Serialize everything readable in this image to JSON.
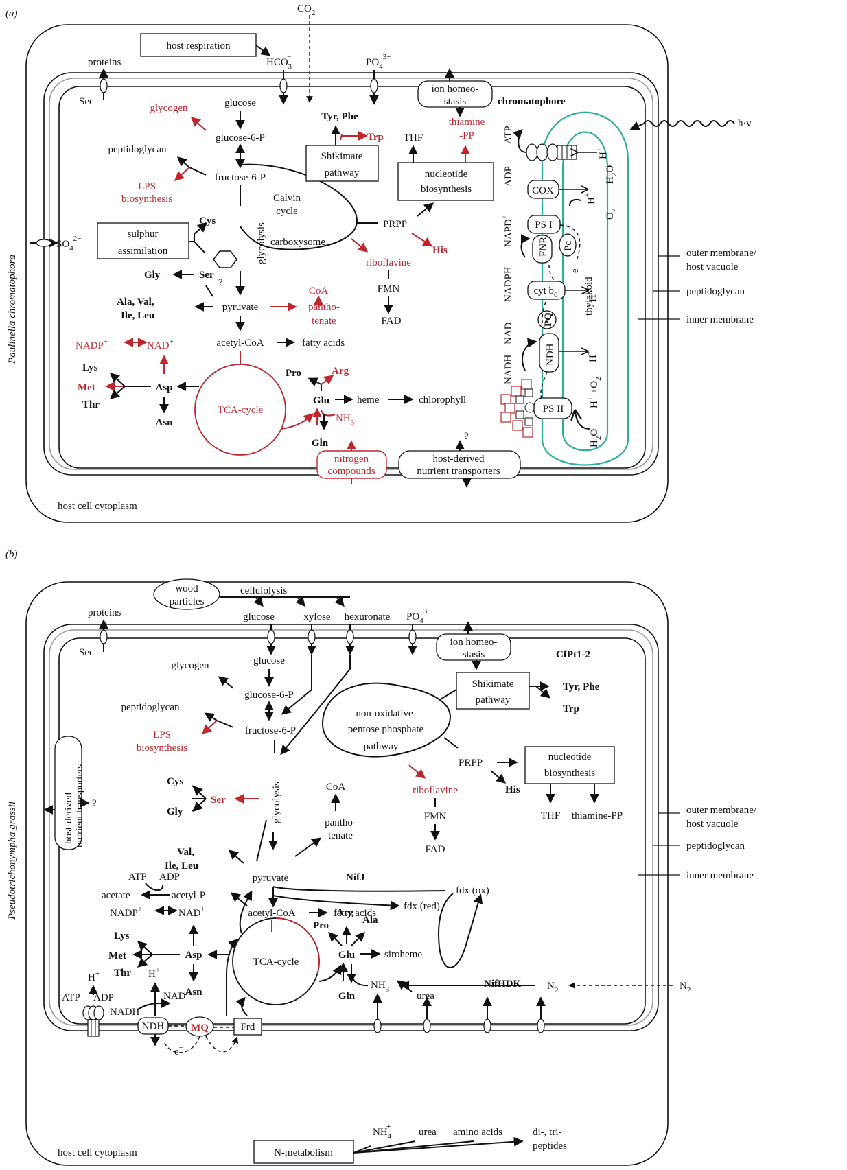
{
  "panel_a": {
    "label": "(a)",
    "organism": "Paulinella chromatophora",
    "compartment": "chromatophore",
    "host_cytoplasm": "host cell cytoplasm",
    "co2": "CO",
    "co2_sub": "2",
    "host_respiration": "host respiration",
    "hco3": "HCO",
    "hco3_sub": "3",
    "hco3_sup": "−",
    "po4": "PO",
    "po4_sub": "4",
    "po4_sup": "3−",
    "proteins": "proteins",
    "sec": "Sec",
    "ion_homeostasis_1": "ion homeo-",
    "ion_homeostasis_2": "stasis",
    "hv": "h·ν",
    "glycogen": "glycogen",
    "glucose": "glucose",
    "glucose6p": "glucose-6-P",
    "fructose6p": "fructose-6-P",
    "peptidoglycan": "peptidoglycan",
    "lps1": "LPS",
    "lps2": "biosynthesis",
    "calvin1": "Calvin",
    "calvin2": "cycle",
    "carboxysome": "carboxysome",
    "glycolysis": "glycolysis",
    "shikimate1": "Shikimate",
    "shikimate2": "pathway",
    "tyrphe": "Tyr, Phe",
    "trp": "Trp",
    "thf": "THF",
    "thiamine1": "thiamine",
    "thiamine2": "-PP",
    "nucleotide1": "nucleotide",
    "nucleotide2": "biosynthesis",
    "prpp": "PRPP",
    "his": "His",
    "riboflavine": "riboflavine",
    "fmn": "FMN",
    "fad": "FAD",
    "so4": "SO",
    "so4_sub": "4",
    "so4_sup": "2−",
    "sulphur1": "sulphur",
    "sulphur2": "assimilation",
    "cys": "Cys",
    "ser": "Ser",
    "gly": "Gly",
    "question": "?",
    "coa": "CoA",
    "pantho1": "pantho-",
    "pantho2": "tenate",
    "pyruvate": "pyruvate",
    "alaval": "Ala, Val,",
    "ileleu": "Ile, Leu",
    "acetylcoa": "acetyl-CoA",
    "fattyacids": "fatty acids",
    "nadp": "NADP",
    "nad": "NAD",
    "plus": "+",
    "lys": "Lys",
    "met": "Met",
    "thr": "Thr",
    "asp": "Asp",
    "asn": "Asn",
    "tca": "TCA-cycle",
    "pro": "Pro",
    "arg": "Arg",
    "glu": "Glu",
    "heme": "heme",
    "chlorophyll": "chlorophyll",
    "nh3": "NH",
    "nh3_sub": "3",
    "gln": "Gln",
    "nitrogen1": "nitrogen",
    "nitrogen2": "compounds",
    "hostnut1": "host-derived",
    "hostnut2": "nutrient transporters",
    "atp": "ATP",
    "adp": "ADP",
    "cox": "COX",
    "psi": "PS I",
    "pc": "Pc",
    "fnr": "FNR",
    "cytb6": "cyt b",
    "cytb6_sub": "6",
    "pq": "PQ",
    "ndh": "NDH",
    "psii": "PS II",
    "napdplus": "NAPD",
    "nadph": "NADPH",
    "nadplus": "NAD",
    "nadh": "NADH",
    "hplus": "H",
    "h2o": "H",
    "h2o_o": "O",
    "o2": "O",
    "emin": "e",
    "thylakoid": "thylakoid",
    "outer_membrane1": "outer membrane/",
    "outer_membrane2": "host vacuole",
    "pg_label": "peptidoglycan",
    "inner_membrane": "inner membrane"
  },
  "panel_b": {
    "label": "(b)",
    "organism": "Pseudotrichonympha grassii",
    "compartment": "CfPt1-2",
    "host_cytoplasm": "host cell cytoplasm",
    "wood1": "wood",
    "wood2": "particles",
    "cellulolysis": "cellulolysis",
    "glucose_out": "glucose",
    "xylose": "xylose",
    "hexuronate": "hexuronate",
    "po4": "PO",
    "po4_sub": "4",
    "po4_sup": "3−",
    "proteins": "proteins",
    "sec": "Sec",
    "ion_homeostasis_1": "ion homeo-",
    "ion_homeostasis_2": "stasis",
    "glucose": "glucose",
    "glycogen": "glycogen",
    "glucose6p": "glucose-6-P",
    "peptidoglycan": "peptidoglycan",
    "lps1": "LPS",
    "lps2": "biosynthesis",
    "fructose6p": "fructose-6-P",
    "nonox1": "non-oxidative",
    "nonox2": "pentose phosphate",
    "nonox3": "pathway",
    "shikimate1": "Shikimate",
    "shikimate2": "pathway",
    "tyrphe": "Tyr, Phe",
    "trp": "Trp",
    "prpp": "PRPP",
    "his": "His",
    "nucleotide1": "nucleotide",
    "nucleotide2": "biosynthesis",
    "thf": "THF",
    "thiamine": "thiamine-PP",
    "riboflavine": "riboflavine",
    "fmn": "FMN",
    "fad": "FAD",
    "hostnut1": "host-derived",
    "hostnut2": "nutrient transporters",
    "question": "?",
    "cys": "Cys",
    "ser": "Ser",
    "gly": "Gly",
    "glycolysis": "glycolysis",
    "coa": "CoA",
    "pantho1": "pantho-",
    "pantho2": "tenate",
    "val": "Val,",
    "ileleu": "Ile, Leu",
    "atp": "ATP",
    "adp": "ADP",
    "acetate": "acetate",
    "acetylp": "acetyl-P",
    "pyruvate": "pyruvate",
    "nifj": "NifJ",
    "fdxox": "fdx (ox)",
    "fdxred": "fdx (red)",
    "acetylcoa": "acetyl-CoA",
    "fattyacids": "fatty acids",
    "nadp": "NADP",
    "nad": "NAD",
    "plus": "+",
    "lys": "Lys",
    "met": "Met",
    "thr": "Thr",
    "asp": "Asp",
    "asn": "Asn",
    "tca": "TCA-cycle",
    "pro": "Pro",
    "arg": "Arg",
    "ala": "Ala",
    "glu": "Glu",
    "siroheme": "siroheme",
    "nh3": "NH",
    "nh3_sub": "3",
    "gln": "Gln",
    "urea_in": "urea",
    "nifhdk": "NifHDK",
    "n2": "N",
    "n2_sub": "2",
    "hplus": "H",
    "nadh": "NADH",
    "ndh": "NDH",
    "mq": "MQ",
    "frd": "Frd",
    "emin": "e",
    "nmetab": "N-metabolism",
    "nh4": "NH",
    "nh4_sub": "4",
    "urea": "urea",
    "aminoacids": "amino acids",
    "peptides1": "di-, tri-",
    "peptides2": "peptides",
    "outer_membrane1": "outer membrane/",
    "outer_membrane2": "host vacuole",
    "pg_label": "peptidoglycan",
    "inner_membrane": "inner membrane"
  },
  "colors": {
    "highlight": "#c0272d",
    "thylakoid": "#2bb09a",
    "membrane_gray": "#9a9a9a",
    "ink": "#111111"
  }
}
